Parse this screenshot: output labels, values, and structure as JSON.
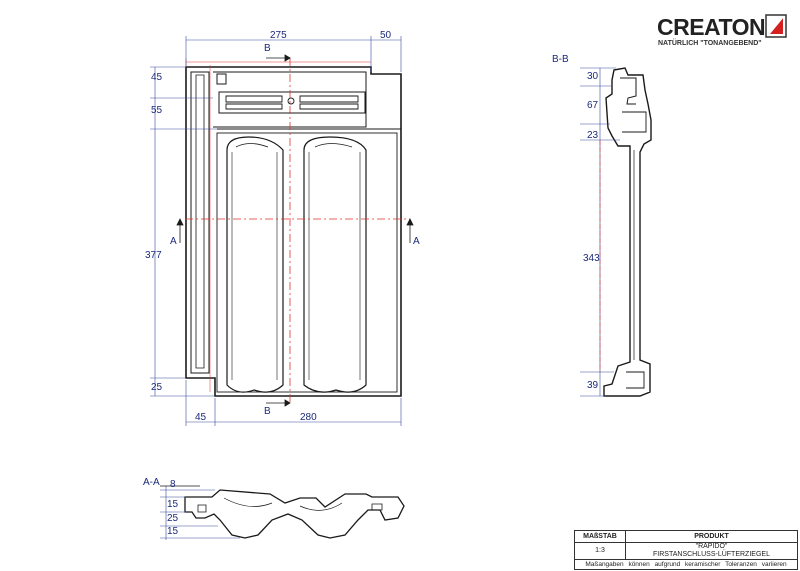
{
  "brand": {
    "name": "CREATON",
    "tagline": "NATÜRLICH \"TONANGEBEND\""
  },
  "section_labels": {
    "bb_section": "B-B",
    "aa_section": "A-A",
    "b_mark": "B",
    "a_mark": "A"
  },
  "dimensions": {
    "top_width": "275",
    "top_offset": "50",
    "left_45": "45",
    "left_55": "55",
    "left_377": "377",
    "left_25": "25",
    "bottom_45": "45",
    "bottom_280": "280",
    "bb_30": "30",
    "bb_67": "67",
    "bb_23": "23",
    "bb_343": "343",
    "bb_39": "39",
    "aa_8": "8",
    "aa_15a": "15",
    "aa_25": "25",
    "aa_15b": "15"
  },
  "title_block": {
    "scale_header": "MAßSTAB",
    "product_header": "PRODUKT",
    "scale_value": "1:3",
    "product_line1": "\"RAPIDO\"",
    "product_line2": "FIRSTANSCHLUSS-LÜFTERZIEGEL",
    "note": "Maßangaben können aufgrund keramischer Toleranzen variieren"
  },
  "colors": {
    "line": "#1a1a1a",
    "dim": "#3a4aa0",
    "red": "#e0322a",
    "text": "#1b2a7a"
  }
}
